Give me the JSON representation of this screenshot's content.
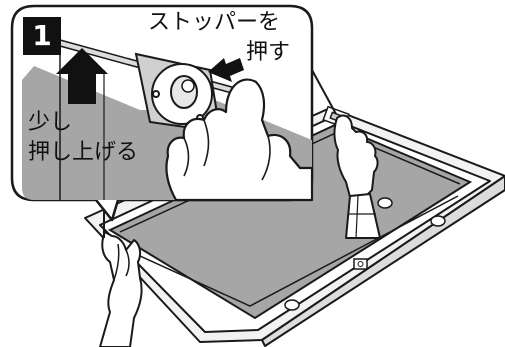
{
  "step": {
    "number": "1"
  },
  "callouts": {
    "stopper_line1": "ストッパーを",
    "stopper_line2": "押す",
    "lift_line1": "少し",
    "lift_line2": "押し上げる"
  },
  "icons": [
    "up-arrow-icon",
    "press-arrow-icon",
    "left-hand-icon",
    "right-hand-icon"
  ],
  "colors": {
    "panel_gray": "#a6a6a6",
    "outline": "#1a1a1a",
    "background": "#ffffff"
  }
}
